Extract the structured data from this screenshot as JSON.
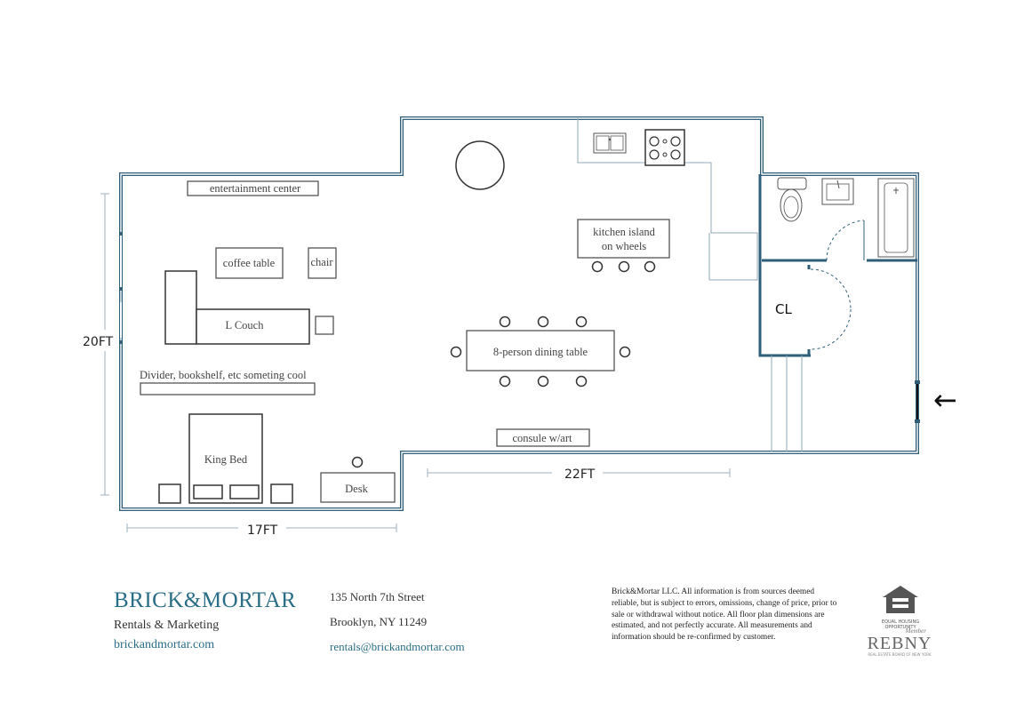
{
  "floorplan": {
    "labels": {
      "entertainment_center": "entertainment center",
      "coffee_table": "coffee table",
      "chair": "chair",
      "l_couch": "L Couch",
      "divider": "Divider, bookshelf, etc someting cool",
      "king_bed": "King Bed",
      "desk": "Desk",
      "kitchen_island_line1": "kitchen island",
      "kitchen_island_line2": "on wheels",
      "dining_table": "8-person dining table",
      "console": "consule w/art",
      "closet": "CL"
    },
    "dimensions": {
      "height": "20FT",
      "width_left": "17FT",
      "width_right": "22FT"
    },
    "entry_arrow": "←"
  },
  "footer": {
    "brand_name": "BRICK&MORTAR",
    "brand_sub": "Rentals & Marketing",
    "brand_web": "brickandmortar.com",
    "address_line1": "135 North 7th Street",
    "address_line2": "Brooklyn, NY 11249",
    "email": "rentals@brickandmortar.com",
    "disclaimer": "Brick&Mortar LLC.  All information is from sources deemed reliable, but is subject to errors, omissions, change of price, prior to sale or withdrawal without notice.  All floor plan dimensions are estimated, and not perfectly accurate.  All measurements and information should be re-confirmed by customer.",
    "eho_text": "EQUAL HOUSING OPPORTUNITY",
    "rebny_member": "Member",
    "rebny_logo": "REBNY",
    "rebny_sub": "REAL ESTATE BOARD OF NEW YORK"
  }
}
